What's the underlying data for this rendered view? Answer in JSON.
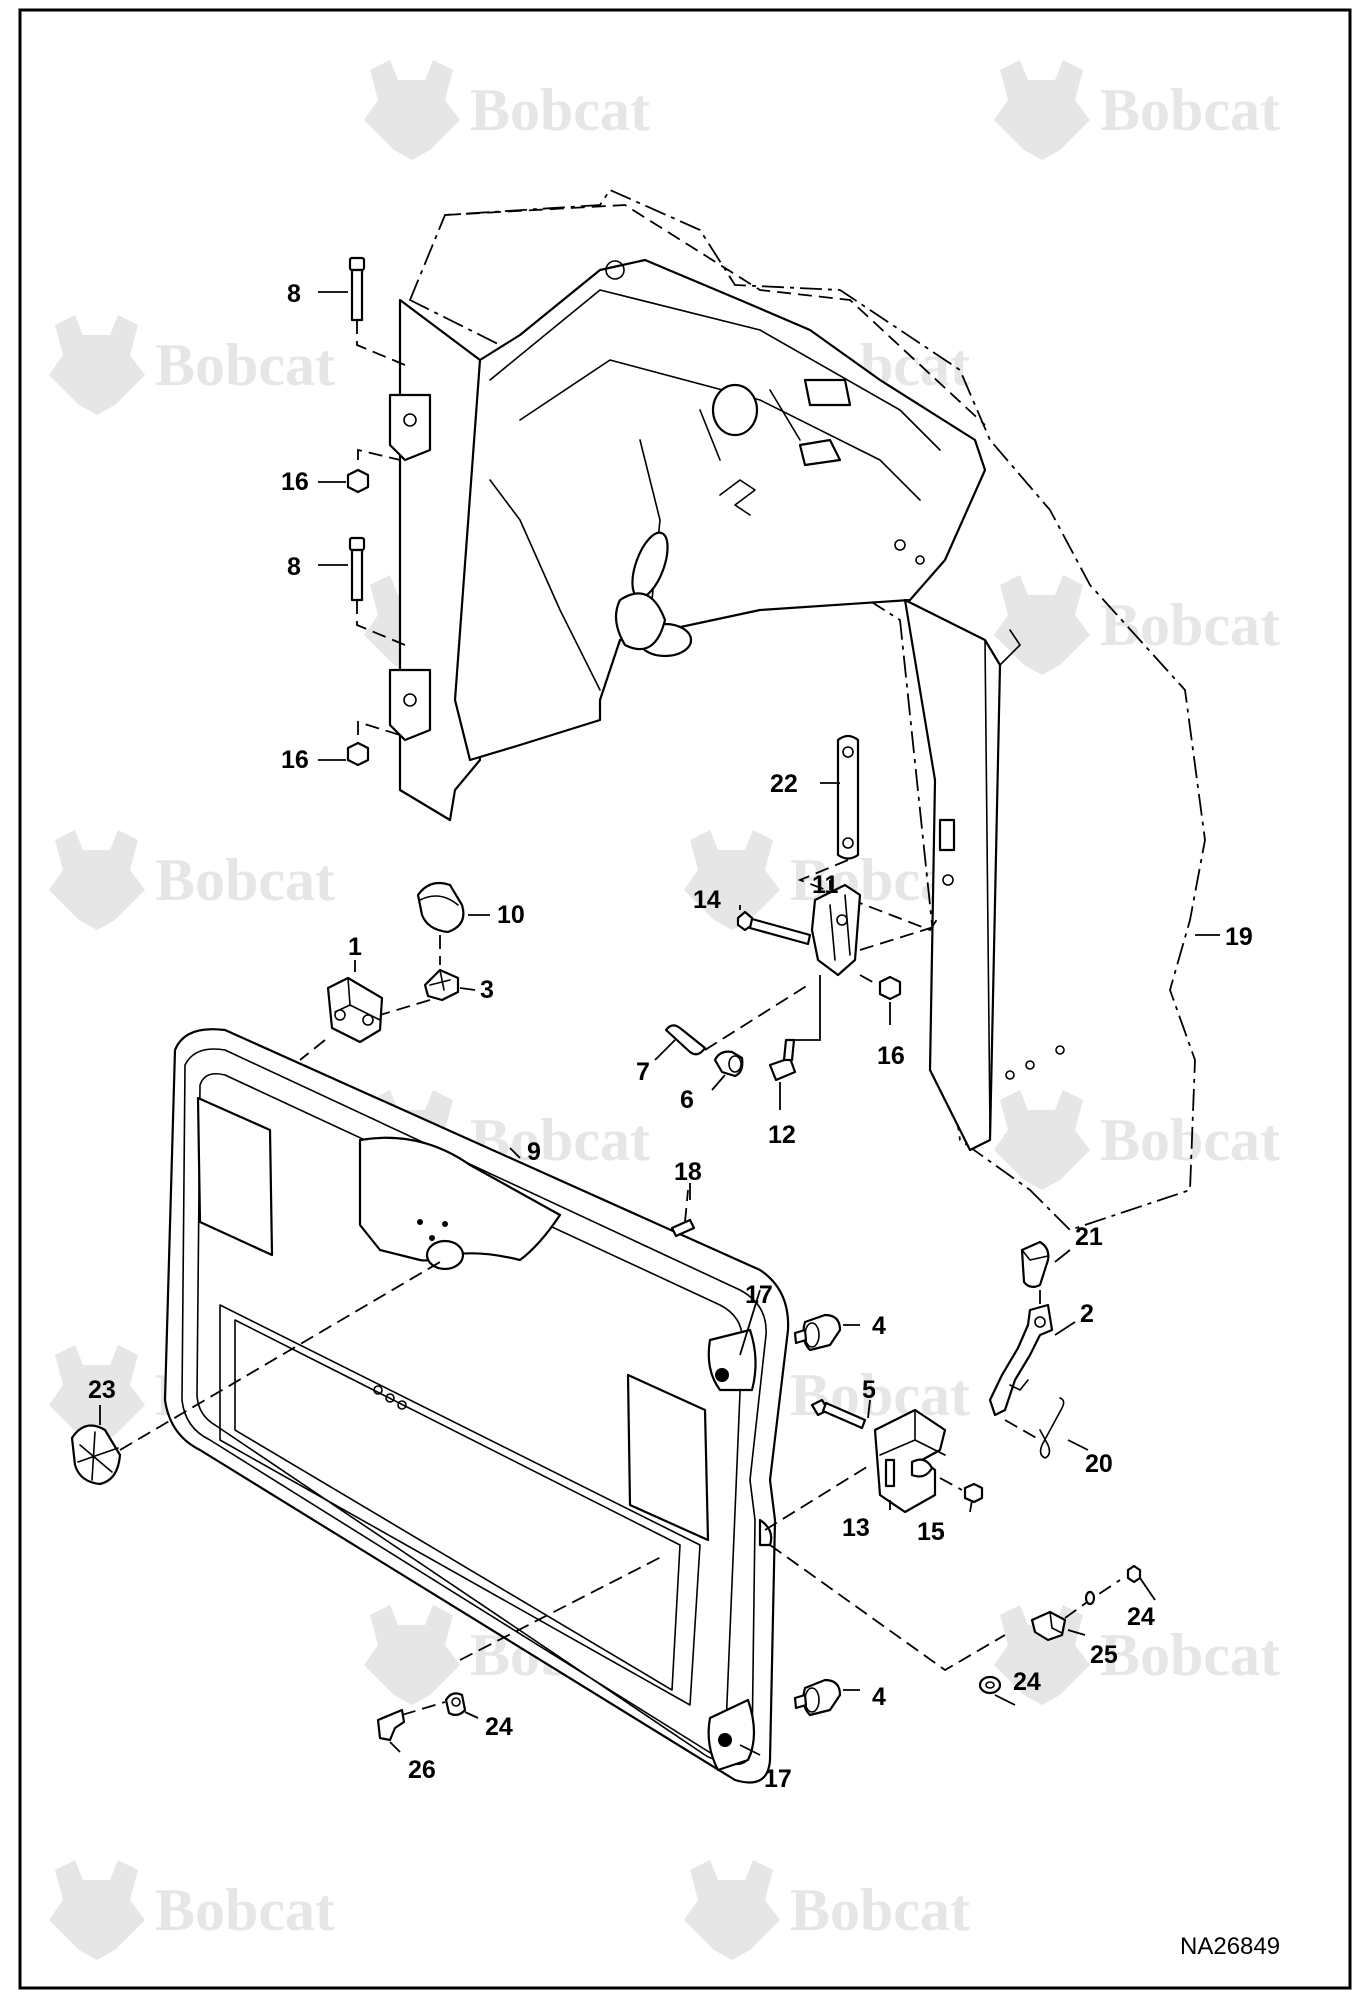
{
  "watermark": {
    "brand": "Bobcat",
    "logo_icon": "bobcat-head-icon"
  },
  "figure_id": "NA26849",
  "callouts": {
    "c1": "1",
    "c2": "2",
    "c3": "3",
    "c4a": "4",
    "c4b": "4",
    "c5": "5",
    "c6": "6",
    "c7": "7",
    "c8a": "8",
    "c8b": "8",
    "c9": "9",
    "c10": "10",
    "c11": "11",
    "c12": "12",
    "c13": "13",
    "c14": "14",
    "c15": "15",
    "c16a": "16",
    "c16b": "16",
    "c16c": "16",
    "c17a": "17",
    "c17b": "17",
    "c18": "18",
    "c19": "19",
    "c20": "20",
    "c21": "21",
    "c22": "22",
    "c23": "23",
    "c24a": "24",
    "c24b": "24",
    "c24c": "24",
    "c25": "25",
    "c26": "26"
  },
  "colors": {
    "line": "#000000",
    "watermark": "#e6e6e6",
    "background": "#ffffff"
  }
}
